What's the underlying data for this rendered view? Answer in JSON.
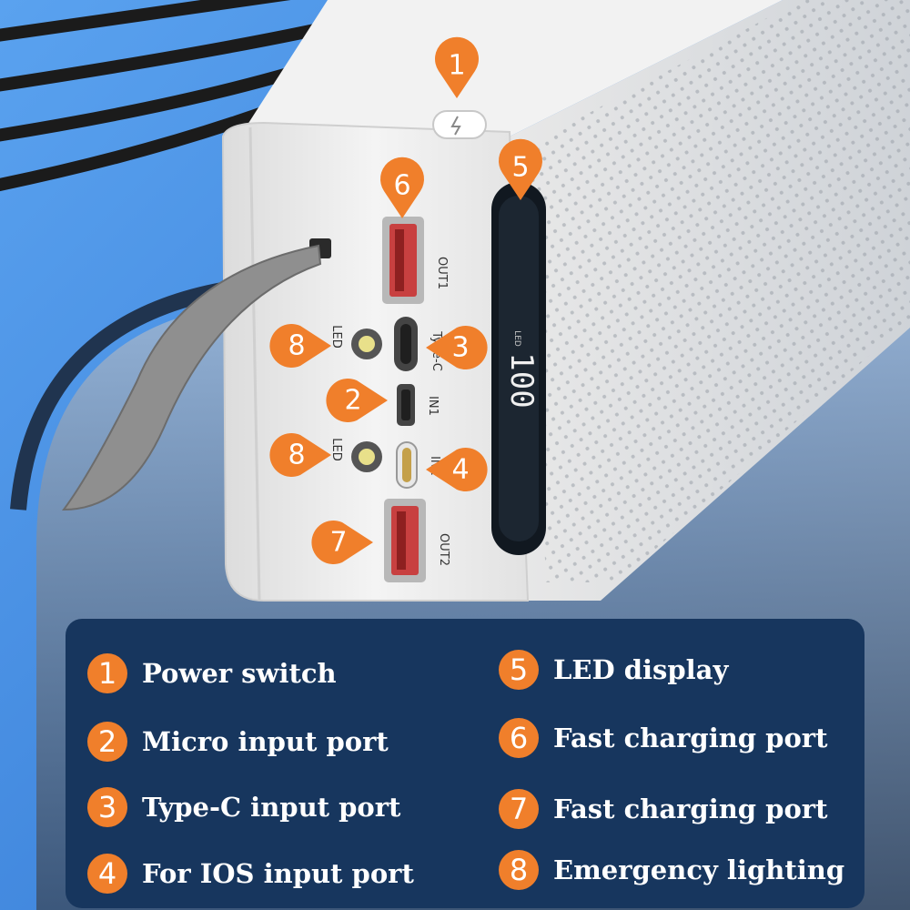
{
  "markers": {
    "m1": "1",
    "m2": "2",
    "m3": "3",
    "m4": "4",
    "m5": "5",
    "m6": "6",
    "m7": "7",
    "m8a": "8",
    "m8b": "8"
  },
  "port_labels": {
    "out1": "OUT1",
    "type_c": "Type-C",
    "in1": "IN1",
    "in2": "IN2",
    "out2": "OUT2",
    "led_top": "LED",
    "led_bottom": "LED",
    "display_led": "LED"
  },
  "display": {
    "readout": "100"
  },
  "legend": {
    "items": [
      {
        "num": "1",
        "label": "Power switch"
      },
      {
        "num": "2",
        "label": "Micro input port"
      },
      {
        "num": "3",
        "label": "Type-C input port"
      },
      {
        "num": "4",
        "label": "For IOS input port"
      },
      {
        "num": "5",
        "label": "LED display"
      },
      {
        "num": "6",
        "label": "Fast charging port"
      },
      {
        "num": "7",
        "label": "Fast charging port"
      },
      {
        "num": "8",
        "label": "Emergency lighting"
      }
    ]
  },
  "colors": {
    "accent": "#f07f2b",
    "panel": "#17365e",
    "background": "#4a8ee0",
    "device": "#eeeeee"
  }
}
